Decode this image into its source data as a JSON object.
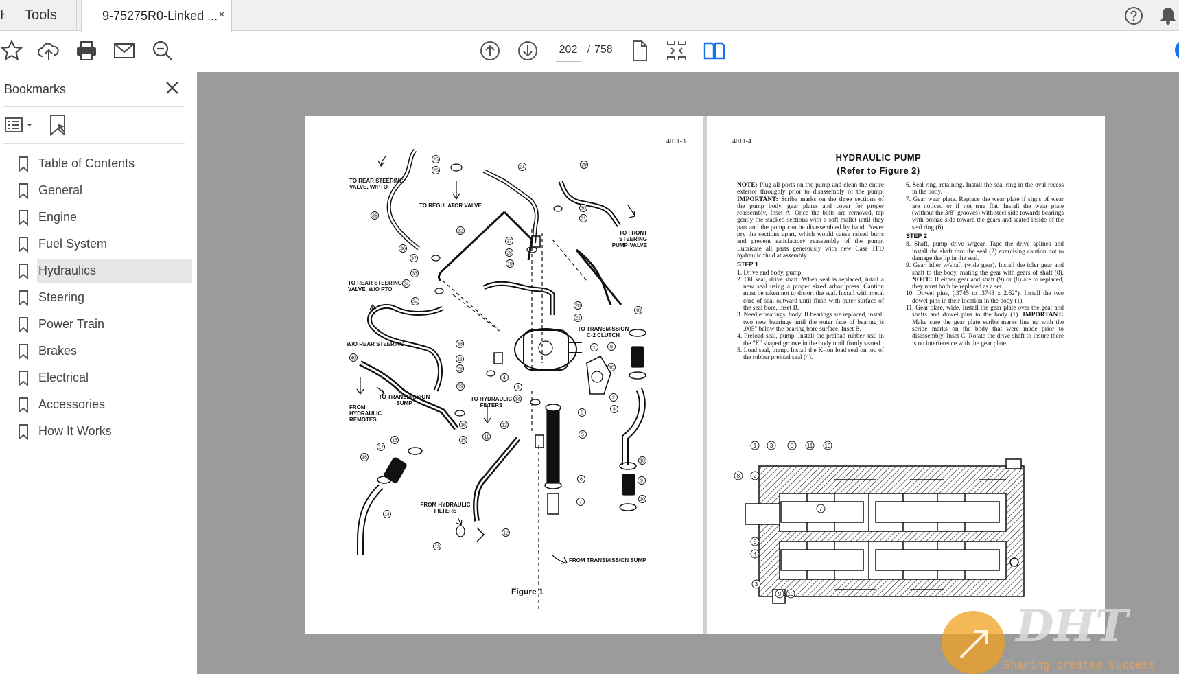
{
  "tabs": {
    "home_label": "Home",
    "tools_label": "Tools",
    "document_label": "9-75275R0-Linked ...",
    "close_glyph": "×"
  },
  "toolbar": {
    "current_page": "202",
    "page_separator": "/",
    "total_pages": "758"
  },
  "sidebar": {
    "title": "Bookmarks",
    "items": [
      {
        "label": "Table of Contents"
      },
      {
        "label": "General"
      },
      {
        "label": "Engine"
      },
      {
        "label": "Fuel System"
      },
      {
        "label": "Hydraulics",
        "selected": true
      },
      {
        "label": "Steering"
      },
      {
        "label": "Power Train"
      },
      {
        "label": "Brakes"
      },
      {
        "label": "Electrical"
      },
      {
        "label": "Accessories"
      },
      {
        "label": "How It Works"
      }
    ]
  },
  "document": {
    "left_page": {
      "page_number": "4011-3",
      "figure_caption": "Figure 1",
      "labels": {
        "rear_steering_pto": "TO REAR STEERING\nVALVE, W/PTO",
        "regulator": "TO REGULATOR VALVE",
        "front_steering": "TO FRONT STEERING\nPUMP-VALVE",
        "rear_steering_wo_pto": "TO REAR STEERING\nVALVE, W/O PTO",
        "trans_clutch": "TO TRANSMISSION\nC-2 CLUTCH",
        "wo_rear_steering": "W/O REAR STEERING",
        "trans_sump": "TO TRANSMISSION\nSUMP",
        "hyd_filters": "TO HYDRAULIC\nFILTERS",
        "from_remotes": "FROM\nHYDRAULIC\nREMOTES",
        "from_filters": "FROM HYDRAULIC\nFILTERS",
        "from_sump": "FROM TRANSMISSION SUMP"
      }
    },
    "right_page": {
      "page_number": "4011-4",
      "title": "HYDRAULIC PUMP",
      "subtitle": "(Refer to Figure 2)",
      "col1": {
        "note_label": "NOTE:",
        "note": " Plug all ports on the pump and clean the entire exterior throughly prior to disassembly of the pump. ",
        "important_label": "IMPORTANT:",
        "important": " Scribe marks on the three sections of the pump body, gear plates and cover for proper reassembly, Inset A. Once the bolts are removed, tap gently the stacked sections with a soft mallet until they part and the pump can be disassembled by hand. Never pry the sections apart, which would cause raised burrs and prevent satisfactory reassembly of the pump. Lubricate all parts generously with new Case TFD hydraulic fluid at assembly.",
        "step1": "STEP 1",
        "i1": "1. Drive end body, pump.",
        "i2": "2. Oil seal, drive shaft. When seal is replaced, intall a new seal using a proper sized arbor press. Caution must be taken not to distort the seal. Install with metal core of seal outward until flush with outer surface of the seal bore, Inset B.",
        "i3": "3. Needle bearings, body. If bearings are replaced, install two new bearings until the outer face of bearing is .005\" below the bearing bore surface, Inset B.",
        "i4": "4. Preload seal, pump. Install the preload rubber seal in the \"E\" shaped groove in the body until firmly seated.",
        "i5": "5. Load seal, pump. Install the K-lon load seal on top of the rubber preload seal (4)."
      },
      "col2": {
        "i6": "6. Seal ring, retaining. Install the seal ring in the oval recess in the body.",
        "i7": "7. Gear wear plate. Replace the wear plate if signs of wear are noticed or if not true flat. Install the wear plate (without the 3/8\" grooves) with steel side towards bearings with bronze side toward the gears and seated inside of the seal ring (6).",
        "step2": "STEP 2",
        "i8": "8. Shaft, pump drive w/gear. Tape the drive splines and install the shaft thru the seal (2) exercising caution not to damage the lip in the seal.",
        "i9a": "9. Gear, idler w/shaft (wide gear). Install the idler gear and shaft to the body, mating the gear with gears of shaft (8). ",
        "i9_note_label": "NOTE:",
        "i9b": " If either gear and shaft (9) or (8) are to replaced, they must both be replaced as a set.",
        "i10": "10. Dowel pins, (.3745 to .3748 x 2.62\"). Install the two dowel pins in their location in the body (1).",
        "i11a": "11. Gear plate, wide. Install the gear plate over the gear and shafts and dowel pins to the body (1). ",
        "i11_important_label": "IMPORTANT:",
        "i11b": " Make sure the gear plate scribe marks line up with the scribe marks on the body that were made prior to disassembly, Inset C. Rotate the drive shaft to insure there is no interference with the gear plate."
      }
    }
  },
  "watermark": {
    "brand": "DHT",
    "tagline": "Sharing creates success"
  }
}
